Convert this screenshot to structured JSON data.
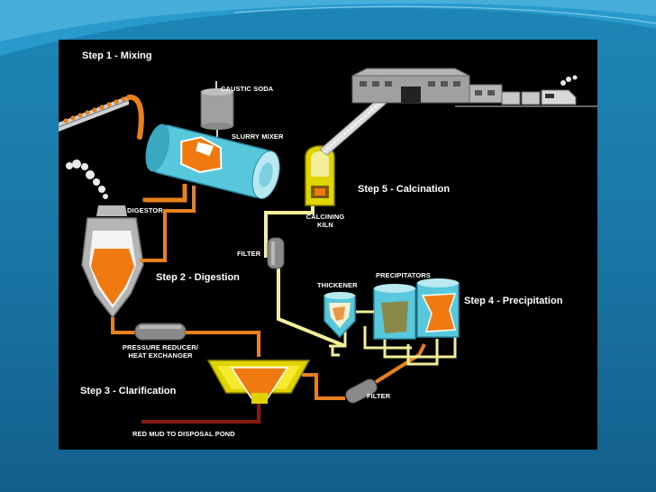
{
  "diagram": {
    "steps": {
      "mixing": "Step 1 - Mixing",
      "digestion": "Step 2 - Digestion",
      "clarification": "Step 3 - Clarification",
      "precipitation": "Step 4 - Precipitation",
      "calcination": "Step 5 - Calcination"
    },
    "labels": {
      "caustic_soda": "CAUSTIC SODA",
      "slurry_mixer": "SLURRY MIXER",
      "digestor": "DIGESTOR",
      "calcining_kiln_line1": "CALCINING",
      "calcining_kiln_line2": "KILN",
      "filter_top": "FILTER",
      "thickener": "THICKENER",
      "precipitators": "PRECIPITATORS",
      "pressure_reducer_line1": "PRESSURE REDUCER/",
      "pressure_reducer_line2": "HEAT EXCHANGER",
      "filter_bottom": "FILTER",
      "red_mud": "RED MUD TO DISPOSAL POND"
    },
    "colors": {
      "background": "#000000",
      "pipe_orange": "#e8801e",
      "pipe_yellow": "#f2ee9a",
      "tank_blue": "#58c8dc",
      "equipment_gray": "#9a9a9a",
      "slurry_orange": "#f07a10",
      "red_mud": "#8a1a10"
    }
  }
}
